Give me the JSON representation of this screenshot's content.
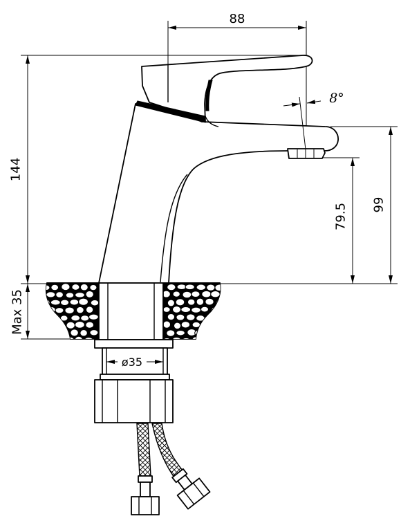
{
  "dimensions": {
    "spout_reach": "88",
    "spout_angle": "8°",
    "total_height": "144",
    "spout_height": "99",
    "aerator_height": "79.5",
    "deck_thickness": "Max 35",
    "shank_diameter": "ø35"
  },
  "colors": {
    "line": "#000000",
    "background": "#ffffff"
  }
}
